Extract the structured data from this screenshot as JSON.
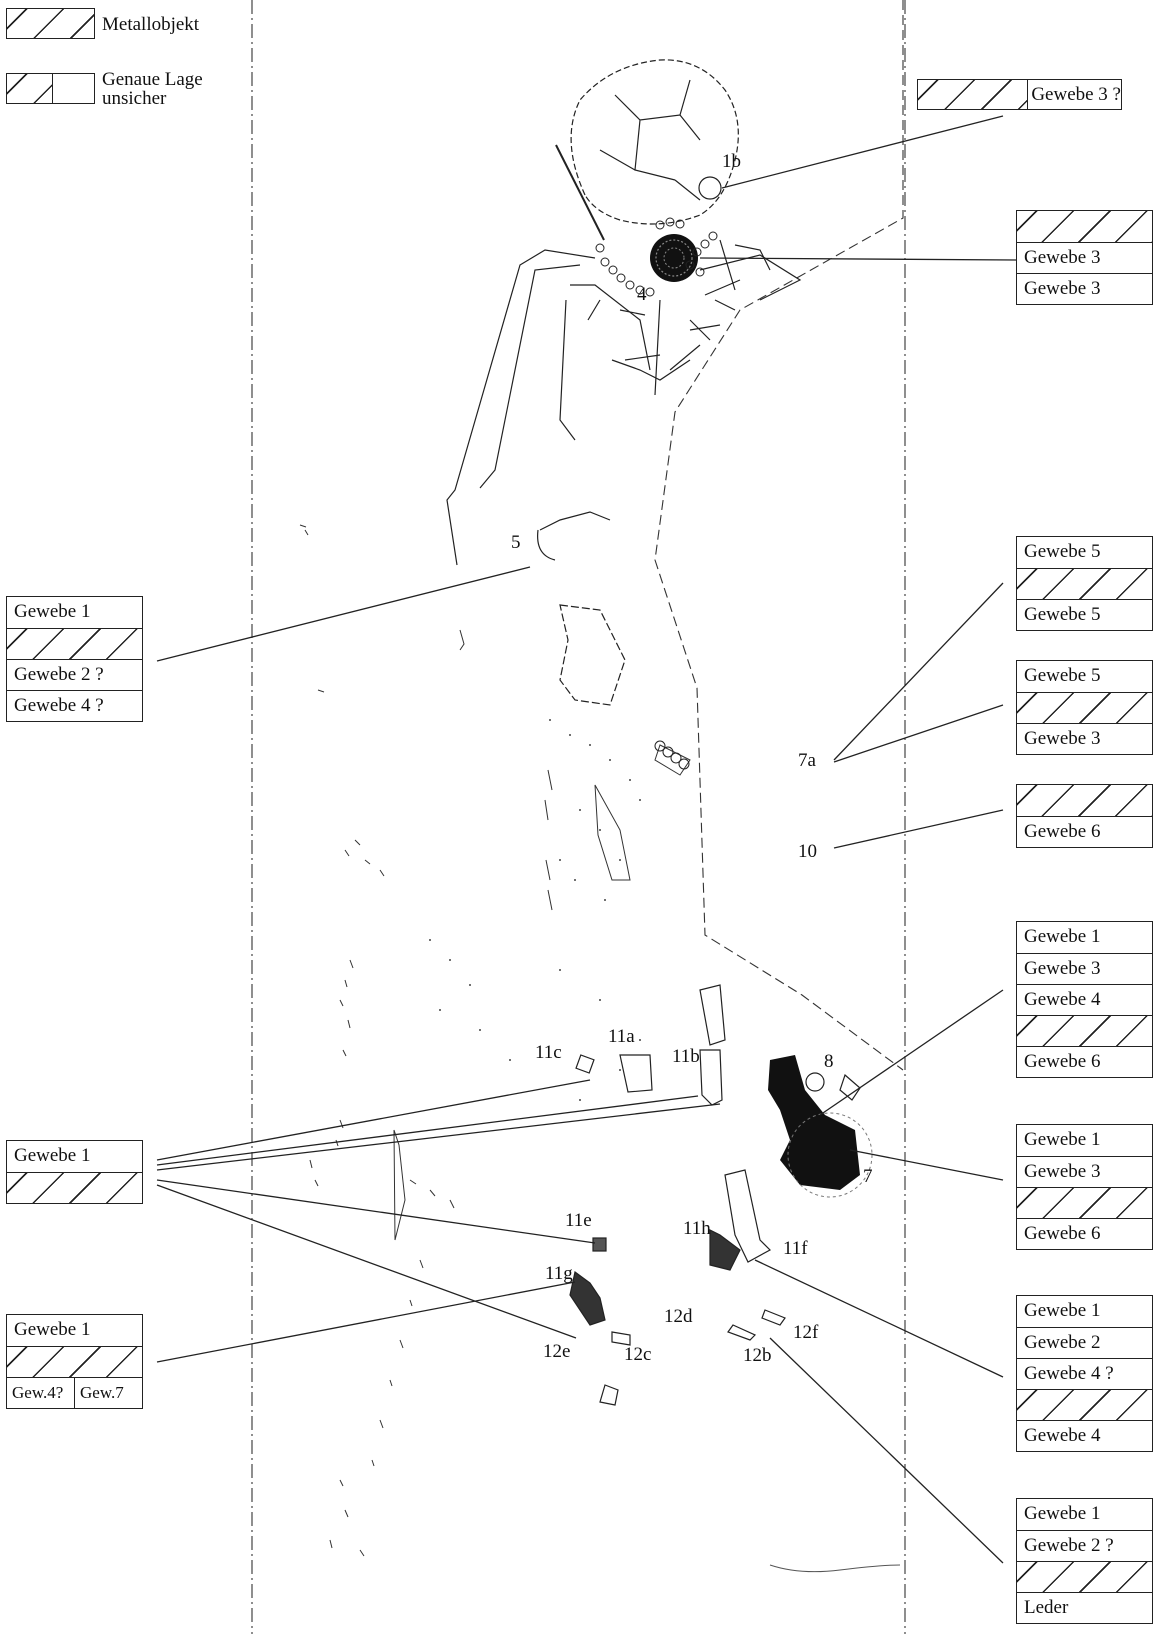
{
  "legend": {
    "metal": "Metallobjekt",
    "uncertain_line1": "Genaue Lage",
    "uncertain_line2": "unsicher"
  },
  "object_labels": {
    "l1b": "1b",
    "l4": "4",
    "l5": "5",
    "l7a": "7a",
    "l10": "10",
    "l8": "8",
    "l7": "7",
    "l11a": "11a",
    "l11b": "11b",
    "l11c": "11c",
    "l11e": "11e",
    "l11f": "11f",
    "l11g": "11g",
    "l11h": "11h",
    "l12b": "12b",
    "l12c": "12c",
    "l12d": "12d",
    "l12e": "12e",
    "l12f": "12f"
  },
  "boxes": {
    "b1b": {
      "r0": "Gewebe 3 ?"
    },
    "b4": {
      "r1": "Gewebe 3",
      "r2": "Gewebe 3"
    },
    "b5": {
      "r0": "Gewebe 1",
      "r2": "Gewebe 2 ?",
      "r3": "Gewebe 4 ?"
    },
    "b7a1": {
      "r0": "Gewebe 5",
      "r2": "Gewebe 5"
    },
    "b7a2": {
      "r0": "Gewebe 5",
      "r2": "Gewebe 3"
    },
    "b10": {
      "r1": "Gewebe 6"
    },
    "b8": {
      "r0": "Gewebe 1",
      "r1": "Gewebe 3",
      "r2": "Gewebe 4",
      "r4": "Gewebe 6"
    },
    "b7": {
      "r0": "Gewebe 1",
      "r1": "Gewebe 3",
      "r3": "Gewebe 6"
    },
    "b11": {
      "r0": "Gewebe 1"
    },
    "b11g": {
      "r0": "Gewebe 1",
      "r2a": "Gew.4?",
      "r2b": "Gew.7"
    },
    "b11f": {
      "r0": "Gewebe 1",
      "r1": "Gewebe 2",
      "r2": "Gewebe 4 ?",
      "r4": "Gewebe 4"
    },
    "b12b": {
      "r0": "Gewebe 1",
      "r1": "Gewebe 2 ?",
      "r3": "Leder"
    }
  }
}
